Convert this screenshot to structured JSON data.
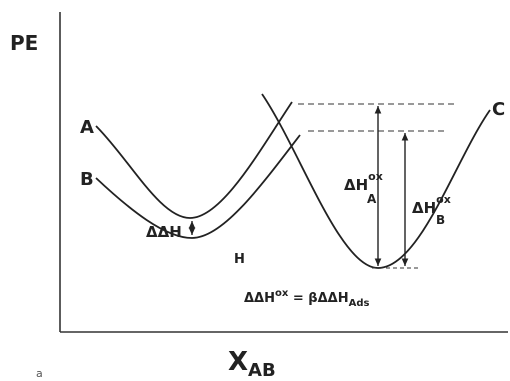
{
  "diagram": {
    "axis_y_label": "PE",
    "axis_x_label_main": "X",
    "axis_x_label_sub": "AB",
    "curve_a_label": "A",
    "curve_b_label": "B",
    "curve_c_label": "C",
    "delta_delta_h_label": "ΔΔH",
    "h_label": "H",
    "dh_a_main": "ΔH",
    "dh_a_sup": "ox",
    "dh_a_sub": "A",
    "dh_b_main": "ΔH",
    "dh_b_sup": "ox",
    "dh_b_sub": "B",
    "equation_main": "ΔΔH",
    "equation_sup": "ox",
    "equation_mid": " = βΔΔH",
    "equation_sub": "Ads",
    "corner_mark": "a"
  }
}
